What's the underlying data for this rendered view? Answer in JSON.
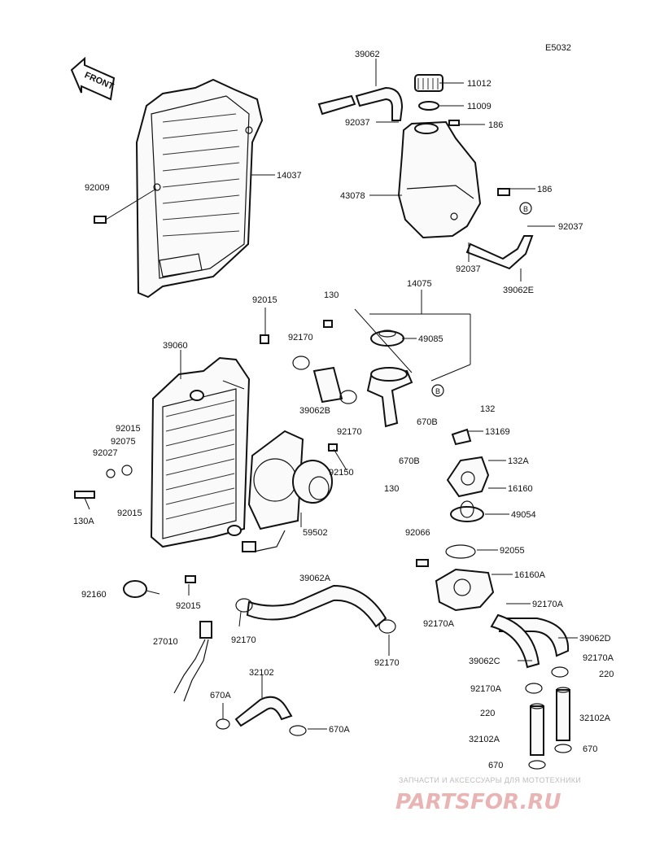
{
  "diagram_code": "E5032",
  "front_label": "FRONT",
  "callouts": {
    "p39062": "39062",
    "p11012": "11012",
    "p11009": "11009",
    "p92037a": "92037",
    "p186a": "186",
    "p92009": "92009",
    "p14037": "14037",
    "p43078": "43078",
    "p186b": "186",
    "pB1": "B",
    "p92037b": "92037",
    "p92037c": "92037",
    "p39062E": "39062E",
    "p92015a": "92015",
    "p130": "130",
    "p14075": "14075",
    "p92170a": "92170",
    "p49085": "49085",
    "p39060": "39060",
    "p39062B": "39062B",
    "p92170b": "92170",
    "pB2": "B",
    "p132": "132",
    "p670Ba": "670B",
    "p13169": "13169",
    "p92015b": "92015",
    "p92075": "92075",
    "p92027": "92027",
    "p92150": "92150",
    "p670Bb": "670B",
    "p132A": "132A",
    "p130b": "130",
    "p16160": "16160",
    "p130A": "130A",
    "p92015c": "92015",
    "p49054": "49054",
    "p59502": "59502",
    "p92066": "92066",
    "p92055": "92055",
    "p92160": "92160",
    "p39062A": "39062A",
    "p16160A": "16160A",
    "p92015d": "92015",
    "p92170A": "92170A",
    "p92170Ab": "92170A",
    "p27010": "27010",
    "p92170c": "92170",
    "p92170d": "92170",
    "p39062D": "39062D",
    "p39062C": "39062C",
    "p92170Ac": "92170A",
    "p32102": "32102",
    "p220a": "220",
    "p92170Ad": "92170A",
    "p670A": "670A",
    "p220b": "220",
    "p32102A": "32102A",
    "p670Ab": "670A",
    "p32102Ab": "32102A",
    "p670a": "670",
    "p670b": "670"
  },
  "watermark": {
    "tagline": "ЗАПЧАСТИ И АКСЕССУАРЫ ДЛЯ МОТОТЕХНИКИ",
    "brand": "PARTSFOR.RU"
  }
}
